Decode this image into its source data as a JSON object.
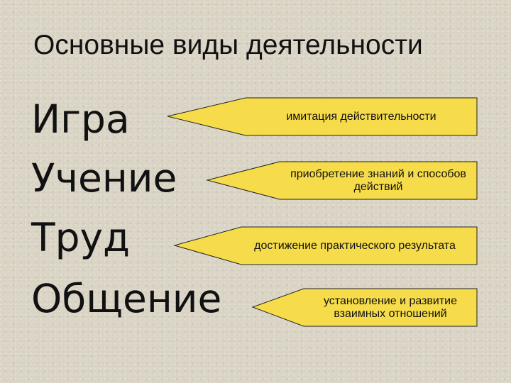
{
  "title": "Основные виды деятельности",
  "activities": [
    "Игра",
    "Учение",
    "Труд",
    "Общение"
  ],
  "descriptions": [
    "имитация действительности",
    "приобретение знаний и способов действий",
    "достижение практического результата",
    "установление и развитие взаимных отношений"
  ],
  "colors": {
    "arrow_fill": "#f6dc4a",
    "arrow_stroke": "#222222"
  }
}
